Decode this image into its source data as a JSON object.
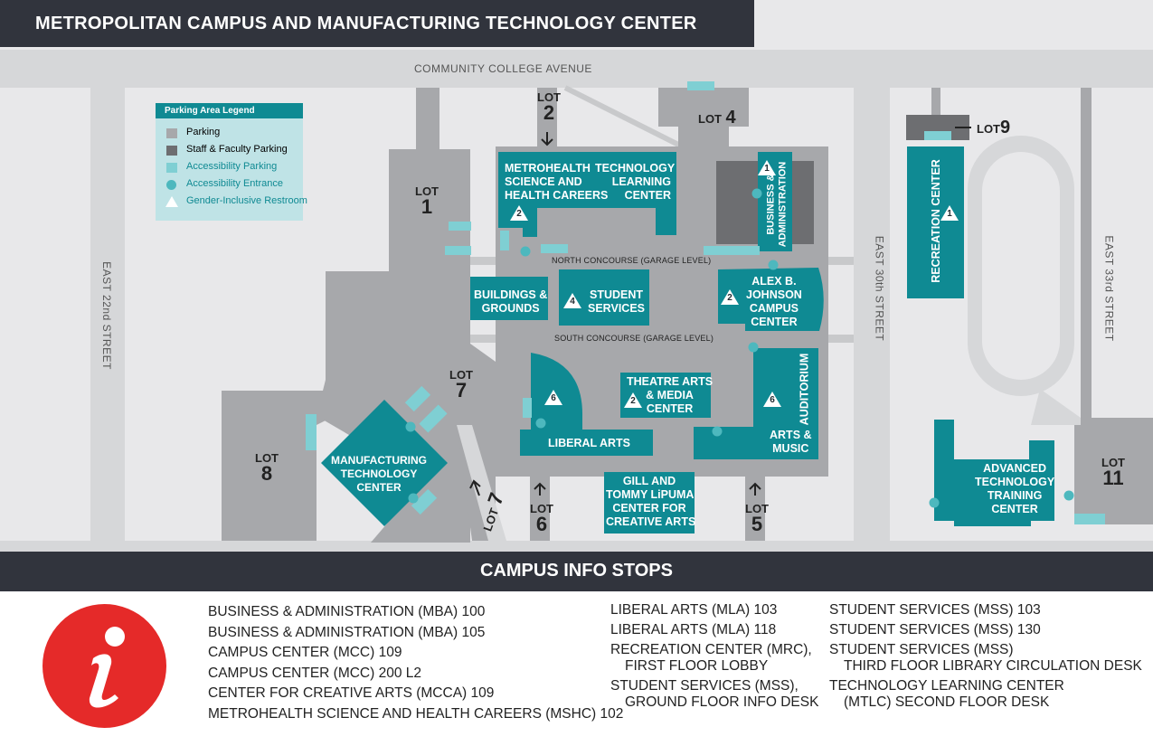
{
  "title": "METROPOLITAN CAMPUS AND MANUFACTURING TECHNOLOGY CENTER",
  "streets": {
    "top": "COMMUNITY COLLEGE AVENUE",
    "east22": "EAST 22nd STREET",
    "east30": "EAST 30th STREET",
    "east33": "EAST 33rd STREET",
    "north_concourse": "NORTH CONCOURSE (GARAGE LEVEL)",
    "south_concourse": "SOUTH CONCOURSE (GARAGE LEVEL)"
  },
  "lots": [
    {
      "word": "LOT",
      "num": "1"
    },
    {
      "word": "LOT",
      "num": "2"
    },
    {
      "word": "LOT",
      "num": "4"
    },
    {
      "word": "LOT",
      "num": "5"
    },
    {
      "word": "LOT",
      "num": "6"
    },
    {
      "word": "LOT",
      "num": "7"
    },
    {
      "word": "LOT",
      "num": "7"
    },
    {
      "word": "LOT",
      "num": "8"
    },
    {
      "word": "LOT",
      "num": "9"
    },
    {
      "word": "LOT",
      "num": "11"
    }
  ],
  "buildings": {
    "metrohealth": "METROHEALTH\nSCIENCE AND\nHEALTH CAREERS",
    "tech_learning": "TECHNOLOGY\nLEARNING\nCENTER",
    "business": "BUSINESS &\nADMINISTRATION",
    "buildings_grounds": "BUILDINGS &\nGROUNDS",
    "student_services": "STUDENT\nSERVICES",
    "alex_johnson": "ALEX B.\nJOHNSON\nCAMPUS\nCENTER",
    "liberal_arts": "LIBERAL ARTS",
    "theatre_arts": "THEATRE ARTS\n& MEDIA\nCENTER",
    "auditorium": "AUDITORIUM",
    "arts_music": "ARTS &\nMUSIC",
    "gill": "GILL AND\nTOMMY LiPUMA\nCENTER FOR\nCREATIVE ARTS",
    "manufacturing": "MANUFACTURING\nTECHNOLOGY\nCENTER",
    "recreation": "RECREATION CENTER",
    "advanced": "ADVANCED\nTECHNOLOGY\nTRAINING\nCENTER"
  },
  "restroom_counts": [
    "2",
    "1",
    "4",
    "2",
    "6",
    "2",
    "6",
    "1"
  ],
  "legend": {
    "title": "Parking Area Legend",
    "items": [
      {
        "label": "Parking",
        "color": "#a7a8ab"
      },
      {
        "label": "Staff & Faculty Parking",
        "color": "#6d6e71"
      },
      {
        "label": "Accessibility Parking",
        "color": "#7fcfd3"
      },
      {
        "label": "Accessibility Entrance",
        "color": "#4db8be"
      },
      {
        "label": "Gender-Inclusive Restroom",
        "color": "#ffffff"
      }
    ]
  },
  "colors": {
    "teal": "#0f8a93",
    "dark": "#31343d",
    "road": "#d6d7d9",
    "parking": "#a7a8ab",
    "staff": "#6d6e71",
    "access": "#7fcfd3",
    "info_red": "#e52a29"
  },
  "info": {
    "title": "CAMPUS INFO STOPS",
    "icon": "info-icon",
    "col1": [
      "BUSINESS & ADMINISTRATION (MBA) 100",
      "BUSINESS & ADMINISTRATION (MBA) 105",
      "CAMPUS CENTER (MCC) 109",
      "CAMPUS CENTER (MCC) 200 L2",
      "CENTER FOR CREATIVE ARTS (MCCA) 109",
      "METROHEALTH SCIENCE AND HEALTH CAREERS (MSHC) 102"
    ],
    "col2": [
      "LIBERAL ARTS (MLA) 103",
      "LIBERAL ARTS (MLA) 118",
      "RECREATION CENTER (MRC),",
      "FIRST FLOOR LOBBY",
      "STUDENT SERVICES (MSS),",
      "GROUND FLOOR INFO DESK"
    ],
    "col3": [
      "STUDENT SERVICES (MSS) 103",
      "STUDENT SERVICES (MSS) 130",
      "STUDENT SERVICES (MSS)",
      "THIRD FLOOR LIBRARY CIRCULATION DESK",
      "TECHNOLOGY LEARNING CENTER",
      "(MTLC) SECOND FLOOR DESK"
    ]
  }
}
